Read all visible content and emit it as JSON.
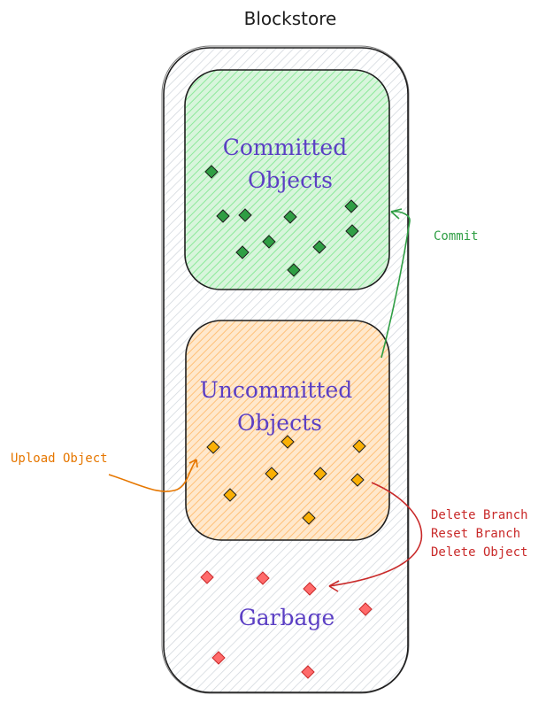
{
  "diagram": {
    "title": "Blockstore",
    "regions": {
      "committed": {
        "line1": "Committed",
        "line2": "Objects"
      },
      "uncommitted": {
        "line1": "Uncommitted",
        "line2": "Objects"
      },
      "garbage": {
        "label": "Garbage"
      }
    },
    "arrows": {
      "commit": {
        "label": "Commit"
      },
      "upload": {
        "label": "Upload Object"
      },
      "delete": {
        "lines": [
          "Delete Branch",
          "Reset Branch",
          "Delete Object"
        ]
      }
    },
    "colors": {
      "green_fill": "#b2f2bb",
      "green_stroke": "#2f9e44",
      "orange_fill": "#ffd8a8",
      "orange_stroke": "#e67700",
      "orange_diamond": "#fab005",
      "red_stroke": "#c92a2a",
      "red_diamond": "#ff6b6b",
      "label_purple": "#5b3fc4",
      "outer_fill": "#f1f3f5",
      "outer_stroke": "#1e1e1e"
    }
  }
}
